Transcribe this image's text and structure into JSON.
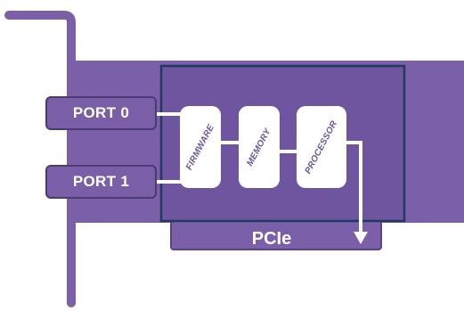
{
  "labels": {
    "port0": "PORT 0",
    "port1": "PORT 1",
    "firmware": "FIRMWARE",
    "memory": "MEMORY",
    "processor": "PROCESSOR",
    "pcie": "PCIe"
  },
  "colors": {
    "card": "#7c5fa9",
    "card_dark": "#6a4f97",
    "outline": "#1f3b5e",
    "port": "#7a5ea8",
    "chip": "#ffffff",
    "connector": "#ffffff"
  }
}
